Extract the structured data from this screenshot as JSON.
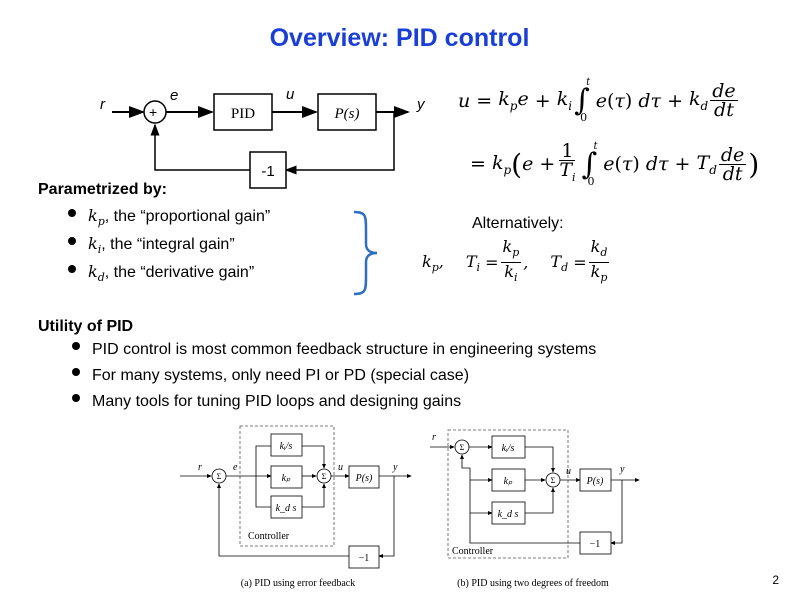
{
  "slide": {
    "title": "Overview: PID control",
    "page_number": "2",
    "accent_color": "#1a3fd6",
    "brace_color": "#2f6fbf"
  },
  "top_diagram": {
    "signal_r": "r",
    "signal_e": "e",
    "signal_u": "u",
    "signal_y": "y",
    "sum_symbol": "+",
    "controller_block": "PID",
    "plant_block": "P(s)",
    "feedback_block": "-1"
  },
  "equations": {
    "line1_lhs": "u",
    "line1_text": "u = k_p e + k_i ∫_0^t e(τ) dτ + k_d de/dt",
    "line2_text": "= k_p ( e + 1/T_i ∫_0^t e(τ) dτ + T_d de/dt )"
  },
  "parametrized": {
    "heading": "Parametrized by:",
    "items": [
      {
        "symbol": "k",
        "sub": "p",
        "text": ", the “proportional gain”"
      },
      {
        "symbol": "k",
        "sub": "i",
        "text": ", the “integral gain”"
      },
      {
        "symbol": "k",
        "sub": "d",
        "text": ", the “derivative gain”"
      }
    ]
  },
  "alternatively": {
    "label": "Alternatively:",
    "kp": "k",
    "kp_sub": "p",
    "ti_label": "T",
    "ti_sub": "i",
    "td_label": "T",
    "td_sub": "d"
  },
  "utility": {
    "heading": "Utility of PID",
    "items": [
      "PID control is most common feedback structure in engineering systems",
      "For many systems, only need PI or PD (special case)",
      "Many tools for tuning PID loops and designing gains"
    ]
  },
  "figure_a": {
    "caption": "(a) PID using error feedback",
    "controller_label": "Controller",
    "ki_block": "kᵢ/s",
    "kp_block": "kₚ",
    "kd_block": "k_d s",
    "plant_block": "P(s)",
    "feedback_block": "−1",
    "sum_symbol": "Σ",
    "signal_r": "r",
    "signal_e": "e",
    "signal_u": "u",
    "signal_y": "y"
  },
  "figure_b": {
    "caption": "(b) PID using two degrees of freedom",
    "controller_label": "Controller",
    "ki_block": "kᵢ/s",
    "kp_block": "kₚ",
    "kd_block": "k_d s",
    "plant_block": "P(s)",
    "feedback_block": "−1",
    "sum_symbol": "Σ",
    "signal_r": "r",
    "signal_u": "u",
    "signal_y": "y"
  }
}
